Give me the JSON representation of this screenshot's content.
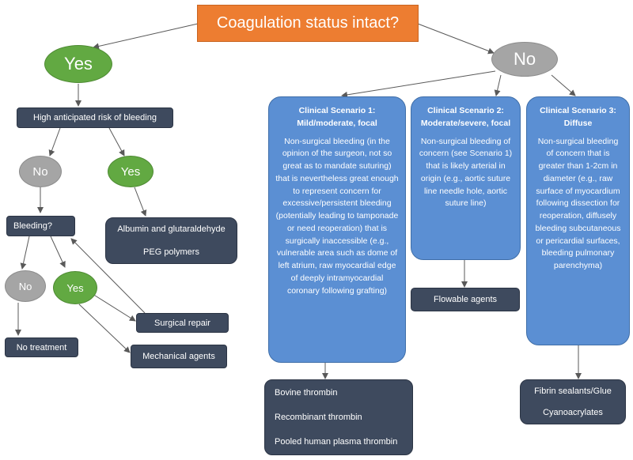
{
  "root": {
    "question": "Coagulation status intact?"
  },
  "yes_branch": {
    "label": "Yes",
    "risk_box": "High anticipated risk of bleeding",
    "no_node": "No",
    "yes_node": "Yes",
    "bleeding_question": "Bleeding?",
    "bleeding_no": "No",
    "bleeding_yes": "Yes",
    "no_treatment": "No treatment",
    "surgical_repair": "Surgical repair",
    "mechanical_agents": "Mechanical agents",
    "high_risk_agents": [
      "Albumin and glutaraldehyde",
      "PEG polymers"
    ]
  },
  "no_branch": {
    "label": "No",
    "scenarios": [
      {
        "title_line1": "Clinical Scenario 1:",
        "title_line2": "Mild/moderate, focal",
        "description": "Non-surgical bleeding (in the opinion of the surgeon, not so great as to mandate suturing) that is nevertheless great enough to represent concern for excessive/persistent bleeding (potentially leading to tamponade or need reoperation) that is surgically inaccessible (e.g., vulnerable area such as dome of left atrium, raw myocardial edge of deeply intramyocardial coronary following grafting)",
        "agents": [
          "Bovine thrombin",
          "Recombinant thrombin",
          "Pooled human plasma thrombin"
        ]
      },
      {
        "title_line1": "Clinical Scenario 2:",
        "title_line2": "Moderate/severe, focal",
        "description": "Non-surgical bleeding of concern (see Scenario 1) that is likely arterial in origin (e.g., aortic suture line needle hole, aortic suture line)",
        "agents": [
          "Flowable agents"
        ]
      },
      {
        "title_line1": "Clinical Scenario 3:",
        "title_line2": "Diffuse",
        "description": "Non-surgical bleeding of concern that is greater than 1-2cm in diameter (e.g., raw surface of myocardium following dissection for reoperation, diffusely bleeding subcutaneous or pericardial surfaces, bleeding pulmonary parenchyma)",
        "agents": [
          "Fibrin sealants/Glue",
          "Cyanoacrylates"
        ]
      }
    ]
  },
  "colors": {
    "root": "#ed7d31",
    "yes": "#62a942",
    "no": "#a5a5a5",
    "scenario": "#5b8fd3",
    "action_box": "#3e4a5e",
    "arrow": "#595959"
  }
}
